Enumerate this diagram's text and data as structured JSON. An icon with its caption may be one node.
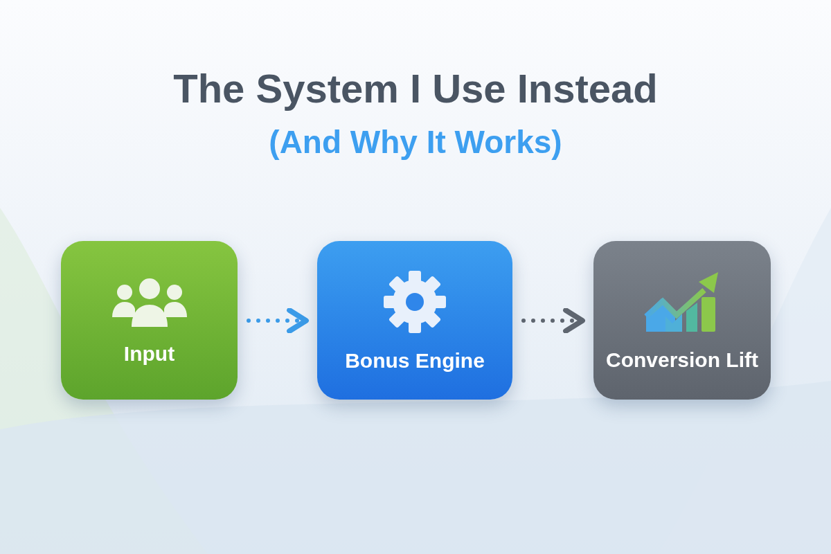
{
  "diagram": {
    "title": "The System I Use Instead",
    "nodes": [
      {
        "text": [
          "Input"
        ]
      },
      {
        "text": [
          "Bonus Engine"
        ]
      },
      {
        "text": [
          "Conversion Lift"
        ]
      }
    ],
    "edges": [
      {
        "from": 0,
        "to": 1,
        "arrow": "to",
        "style": "dashed",
        "color": "#3b9be8"
      },
      {
        "from": 1,
        "to": 2,
        "arrow": "to",
        "style": "dashed",
        "color": "#5f6670"
      }
    ],
    "labels": [
      "(And Why It Works)"
    ]
  }
}
